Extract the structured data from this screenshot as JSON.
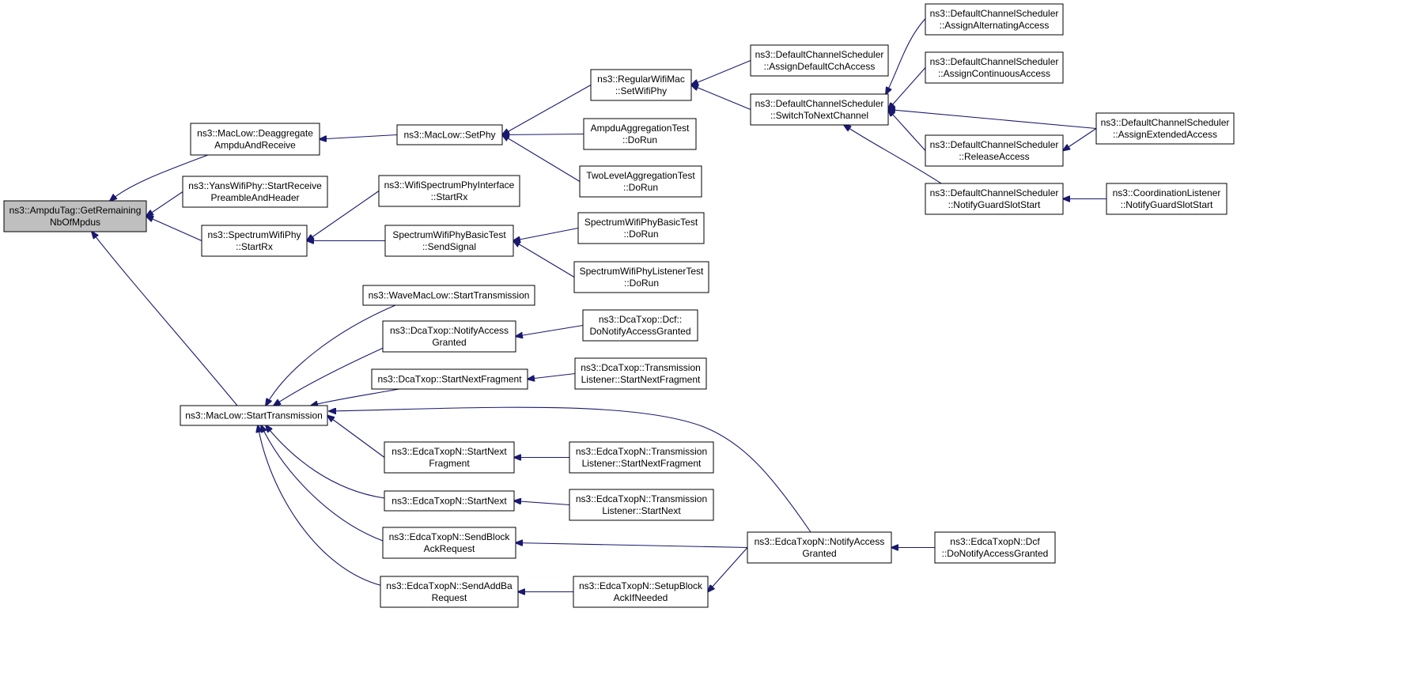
{
  "colors": {
    "edge": "#191970",
    "root_fill": "#bfbfbf",
    "node_fill": "#ffffff",
    "node_stroke": "#000000"
  },
  "nodes": [
    {
      "id": "root",
      "lines": [
        "ns3::AmpduTag::GetRemaining",
        "NbOfMpdus"
      ],
      "root": true
    },
    {
      "id": "deagg",
      "lines": [
        "ns3::MacLow::Deaggregate",
        "AmpduAndReceive"
      ]
    },
    {
      "id": "yans",
      "lines": [
        "ns3::YansWifiPhy::StartReceive",
        "PreambleAndHeader"
      ]
    },
    {
      "id": "specrx",
      "lines": [
        "ns3::SpectrumWifiPhy",
        "::StartRx"
      ]
    },
    {
      "id": "maclowtx",
      "lines": [
        "ns3::MacLow::StartTransmission"
      ]
    },
    {
      "id": "setphy",
      "lines": [
        "ns3::MacLow::SetPhy"
      ]
    },
    {
      "id": "regsetwifi",
      "lines": [
        "ns3::RegularWifiMac",
        "::SetWifiPhy"
      ]
    },
    {
      "id": "ampdutest",
      "lines": [
        "AmpduAggregationTest",
        "::DoRun"
      ]
    },
    {
      "id": "twolevel",
      "lines": [
        "TwoLevelAggregationTest",
        "::DoRun"
      ]
    },
    {
      "id": "dcs_defcch",
      "lines": [
        "ns3::DefaultChannelScheduler",
        "::AssignDefaultCchAccess"
      ]
    },
    {
      "id": "dcs_switch",
      "lines": [
        "ns3::DefaultChannelScheduler",
        "::SwitchToNextChannel"
      ]
    },
    {
      "id": "dcs_alt",
      "lines": [
        "ns3::DefaultChannelScheduler",
        "::AssignAlternatingAccess"
      ]
    },
    {
      "id": "dcs_cont",
      "lines": [
        "ns3::DefaultChannelScheduler",
        "::AssignContinuousAccess"
      ]
    },
    {
      "id": "dcs_ext",
      "lines": [
        "ns3::DefaultChannelScheduler",
        "::AssignExtendedAccess"
      ]
    },
    {
      "id": "dcs_release",
      "lines": [
        "ns3::DefaultChannelScheduler",
        "::ReleaseAccess"
      ]
    },
    {
      "id": "dcs_notify",
      "lines": [
        "ns3::DefaultChannelScheduler",
        "::NotifyGuardSlotStart"
      ]
    },
    {
      "id": "coord",
      "lines": [
        "ns3::CoordinationListener",
        "::NotifyGuardSlotStart"
      ]
    },
    {
      "id": "wsphyif",
      "lines": [
        "ns3::WifiSpectrumPhyInterface",
        "::StartRx"
      ]
    },
    {
      "id": "swpbt_send",
      "lines": [
        "SpectrumWifiPhyBasicTest",
        "::SendSignal"
      ]
    },
    {
      "id": "swpbt_run",
      "lines": [
        "SpectrumWifiPhyBasicTest",
        "::DoRun"
      ]
    },
    {
      "id": "swplt_run",
      "lines": [
        "SpectrumWifiPhyListenerTest",
        "::DoRun"
      ]
    },
    {
      "id": "wave",
      "lines": [
        "ns3::WaveMacLow::StartTransmission"
      ]
    },
    {
      "id": "dca_notify",
      "lines": [
        "ns3::DcaTxop::NotifyAccess",
        "Granted"
      ]
    },
    {
      "id": "dca_dcf",
      "lines": [
        "ns3::DcaTxop::Dcf::",
        "DoNotifyAccessGranted"
      ]
    },
    {
      "id": "dca_snf",
      "lines": [
        "ns3::DcaTxop::StartNextFragment"
      ]
    },
    {
      "id": "dca_tl",
      "lines": [
        "ns3::DcaTxop::Transmission",
        "Listener::StartNextFragment"
      ]
    },
    {
      "id": "edca_snf",
      "lines": [
        "ns3::EdcaTxopN::StartNext",
        "Fragment"
      ]
    },
    {
      "id": "edca_tl_snf",
      "lines": [
        "ns3::EdcaTxopN::Transmission",
        "Listener::StartNextFragment"
      ]
    },
    {
      "id": "edca_sn",
      "lines": [
        "ns3::EdcaTxopN::StartNext"
      ]
    },
    {
      "id": "edca_tl_sn",
      "lines": [
        "ns3::EdcaTxopN::Transmission",
        "Listener::StartNext"
      ]
    },
    {
      "id": "edca_sbar",
      "lines": [
        "ns3::EdcaTxopN::SendBlock",
        "AckRequest"
      ]
    },
    {
      "id": "edca_notify",
      "lines": [
        "ns3::EdcaTxopN::NotifyAccess",
        "Granted"
      ]
    },
    {
      "id": "edca_dcf",
      "lines": [
        "ns3::EdcaTxopN::Dcf",
        "::DoNotifyAccessGranted"
      ]
    },
    {
      "id": "edca_saba",
      "lines": [
        "ns3::EdcaTxopN::SendAddBa",
        "Request"
      ]
    },
    {
      "id": "edca_setup",
      "lines": [
        "ns3::EdcaTxopN::SetupBlock",
        "AckIfNeeded"
      ]
    }
  ],
  "edges": [
    {
      "from": "deagg",
      "to": "root"
    },
    {
      "from": "yans",
      "to": "root"
    },
    {
      "from": "specrx",
      "to": "root"
    },
    {
      "from": "maclowtx",
      "to": "root"
    },
    {
      "from": "setphy",
      "to": "deagg"
    },
    {
      "from": "regsetwifi",
      "to": "setphy"
    },
    {
      "from": "ampdutest",
      "to": "setphy"
    },
    {
      "from": "twolevel",
      "to": "setphy"
    },
    {
      "from": "dcs_defcch",
      "to": "regsetwifi"
    },
    {
      "from": "dcs_switch",
      "to": "regsetwifi"
    },
    {
      "from": "dcs_alt",
      "to": "dcs_switch"
    },
    {
      "from": "dcs_cont",
      "to": "dcs_switch"
    },
    {
      "from": "dcs_ext",
      "to": "dcs_switch"
    },
    {
      "from": "dcs_release",
      "to": "dcs_switch"
    },
    {
      "from": "dcs_notify",
      "to": "dcs_switch"
    },
    {
      "from": "dcs_ext",
      "to": "dcs_release"
    },
    {
      "from": "coord",
      "to": "dcs_notify"
    },
    {
      "from": "wsphyif",
      "to": "specrx"
    },
    {
      "from": "swpbt_send",
      "to": "specrx"
    },
    {
      "from": "swpbt_run",
      "to": "swpbt_send"
    },
    {
      "from": "swplt_run",
      "to": "swpbt_send"
    },
    {
      "from": "wave",
      "to": "maclowtx"
    },
    {
      "from": "dca_notify",
      "to": "maclowtx"
    },
    {
      "from": "dca_snf",
      "to": "maclowtx"
    },
    {
      "from": "edca_notify",
      "to": "maclowtx"
    },
    {
      "from": "edca_snf",
      "to": "maclowtx"
    },
    {
      "from": "edca_sn",
      "to": "maclowtx"
    },
    {
      "from": "edca_sbar",
      "to": "maclowtx"
    },
    {
      "from": "edca_saba",
      "to": "maclowtx"
    },
    {
      "from": "dca_dcf",
      "to": "dca_notify"
    },
    {
      "from": "dca_tl",
      "to": "dca_snf"
    },
    {
      "from": "edca_tl_snf",
      "to": "edca_snf"
    },
    {
      "from": "edca_tl_sn",
      "to": "edca_sn"
    },
    {
      "from": "edca_notify",
      "to": "edca_sbar"
    },
    {
      "from": "edca_dcf",
      "to": "edca_notify"
    },
    {
      "from": "edca_setup",
      "to": "edca_saba"
    },
    {
      "from": "edca_notify",
      "to": "edca_setup"
    }
  ]
}
